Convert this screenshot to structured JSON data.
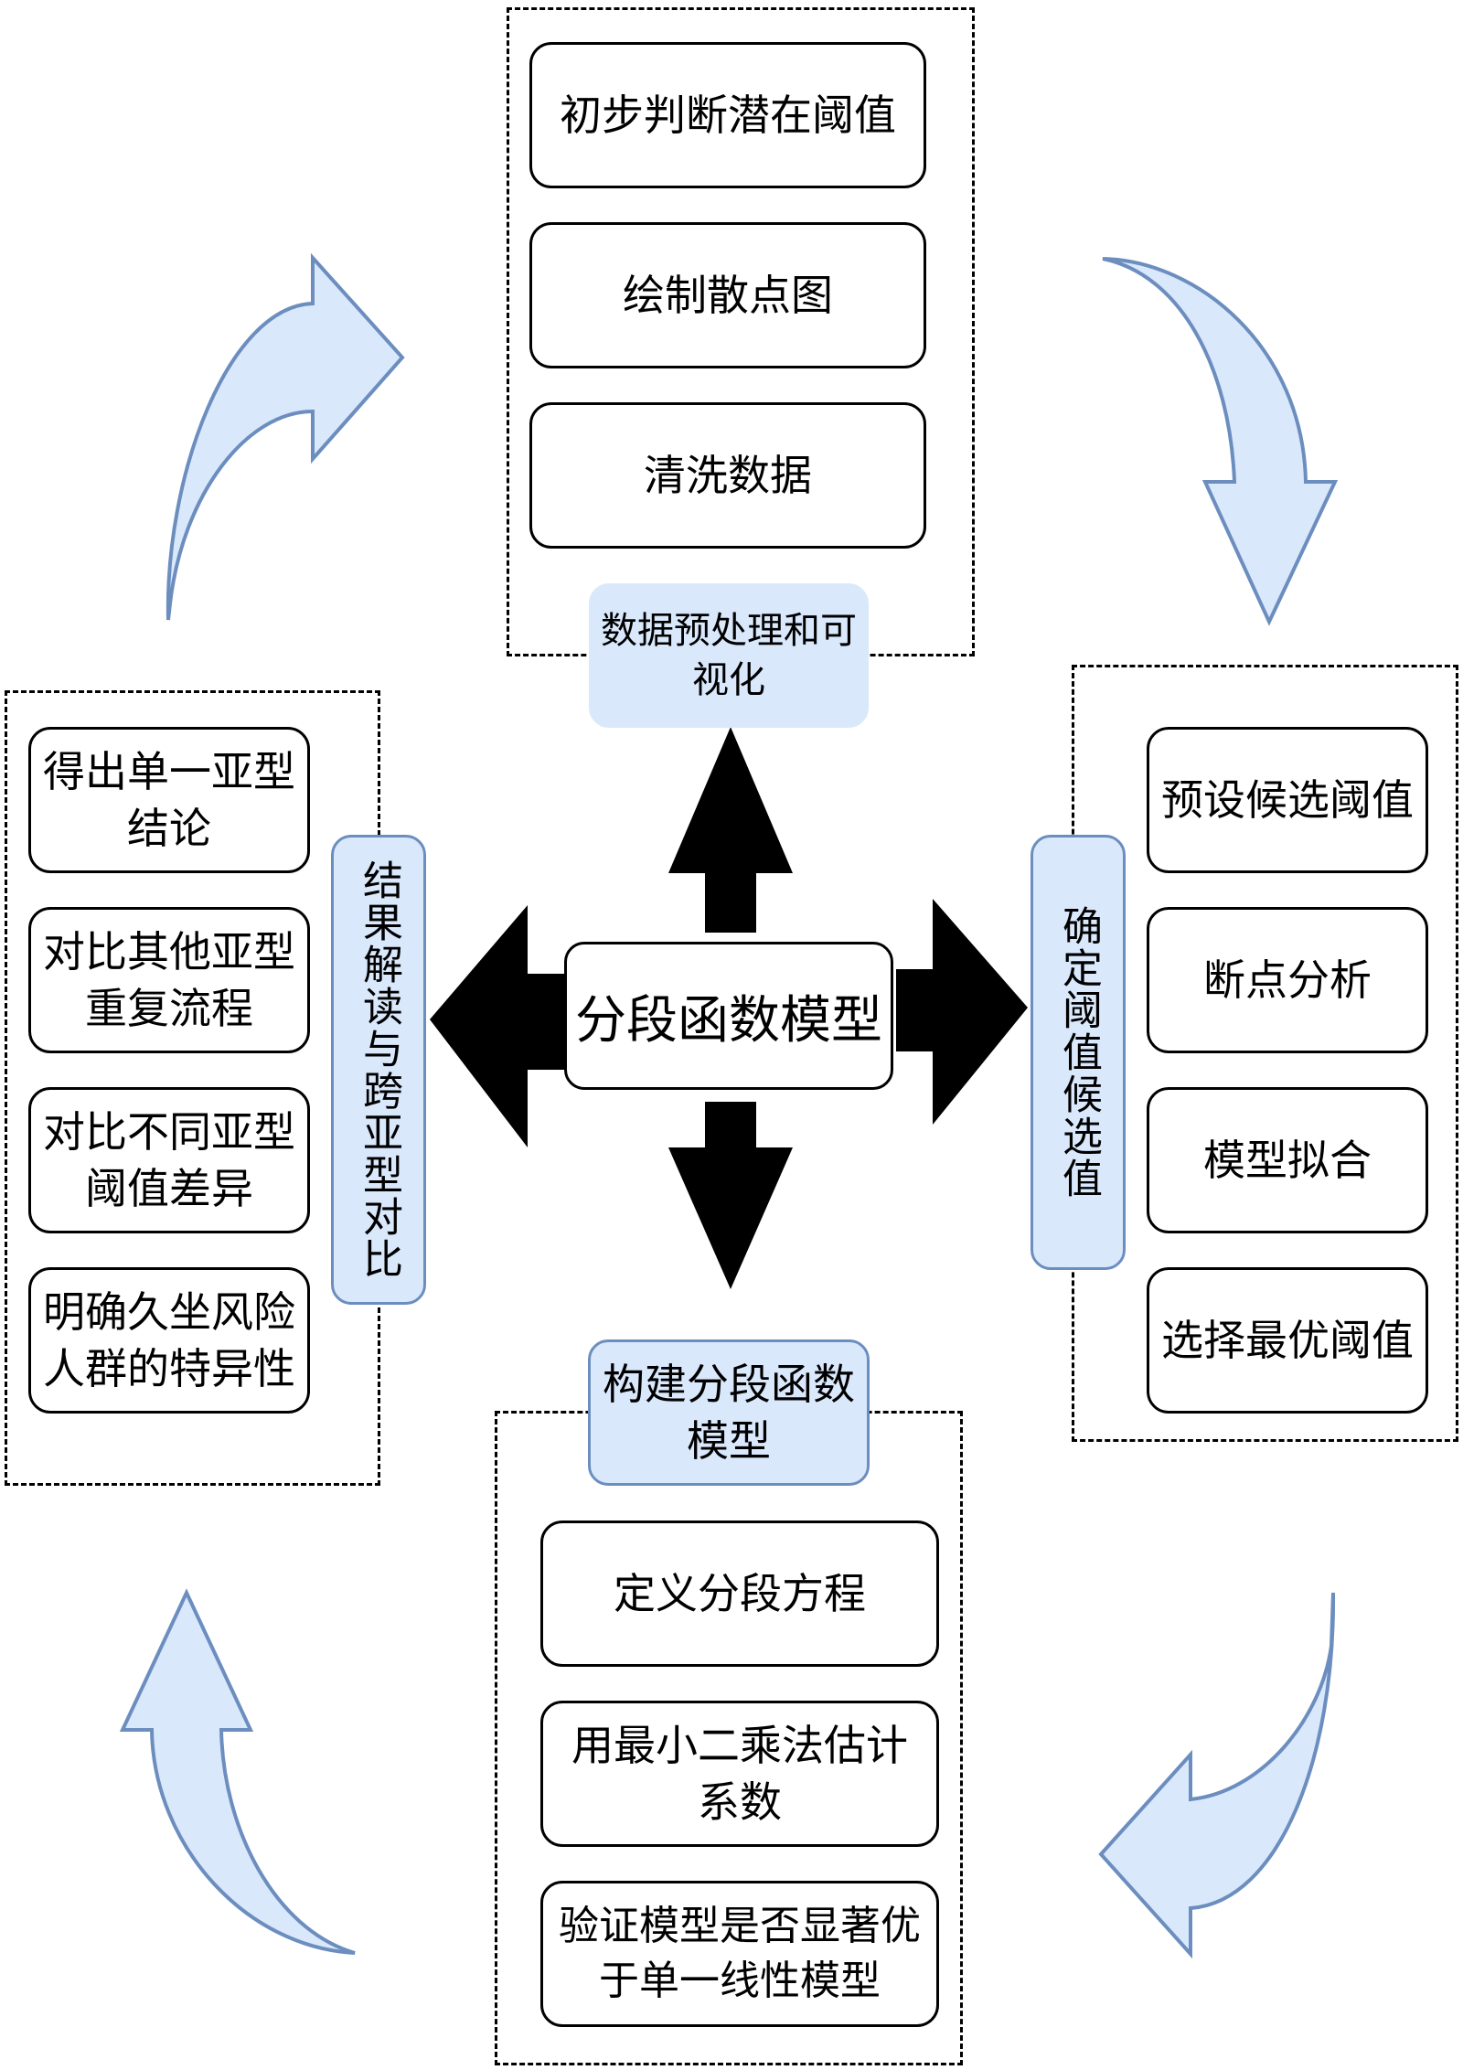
{
  "center": {
    "title": "分段函数模型"
  },
  "groups": {
    "top": {
      "label": "数据预处理和可视化",
      "steps": [
        "初步判断潜在阈值",
        "绘制散点图",
        "清洗数据"
      ]
    },
    "right": {
      "label": "确定阈值候选值",
      "steps": [
        "预设候选阈值",
        "断点分析",
        "模型拟合",
        "选择最优阈值"
      ]
    },
    "bottom": {
      "label": "构建分段函数模型",
      "steps": [
        "定义分段方程",
        "用最小二乘法估计系数",
        "验证模型是否显著优于单一线性模型"
      ]
    },
    "left": {
      "label": "结果解读与跨亚型对比",
      "steps": [
        "得出单一亚型结论",
        "对比其他亚型重复流程",
        "对比不同亚型阈值差异",
        "明确久坐风险人群的特异性"
      ]
    }
  },
  "colors": {
    "label_fill": "#dae8fc",
    "label_stroke": "#6c8ebf",
    "arrow_black": "#000000"
  },
  "icons": {
    "arrow_up": "arrow-up-icon",
    "arrow_down": "arrow-down-icon",
    "arrow_left": "arrow-left-icon",
    "arrow_right": "arrow-right-icon",
    "curved_top_left": "curved-arrow-right-icon",
    "curved_top_right": "curved-arrow-down-icon",
    "curved_bottom_right": "curved-arrow-left-icon",
    "curved_bottom_left": "curved-arrow-up-icon"
  }
}
